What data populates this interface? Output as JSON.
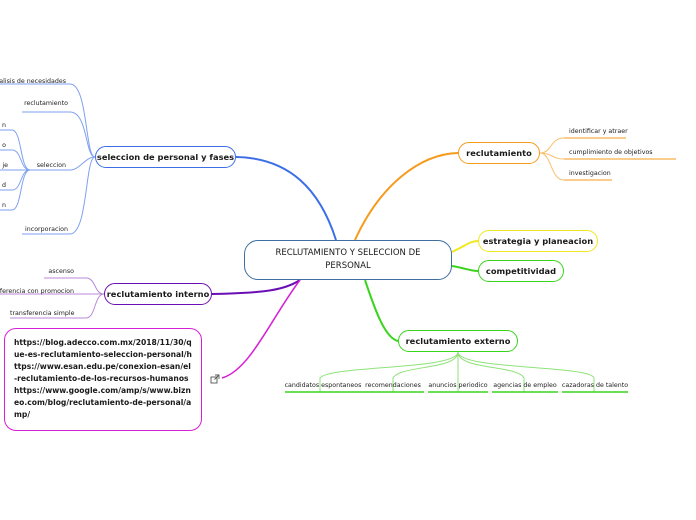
{
  "central": "RECLUTAMIENTO Y SELECCION DE PERSONAL",
  "right": {
    "reclutamiento": {
      "label": "reclutamiento",
      "children": [
        "identificar y atraer",
        "cumplimiento de objetivos",
        "investigacion"
      ]
    },
    "estrategia": "estrategia y planeacion",
    "competitividad": "competitividad",
    "externo": {
      "label": "reclutamiento externo",
      "children": [
        "candidatos espontaneos",
        "recomendaciones",
        "anuncios periodico",
        "agencias de empleo",
        "cazadoras de talento"
      ]
    }
  },
  "left": {
    "seleccion": {
      "label": "seleccion de personal y fases",
      "children": [
        "analisis de necesidades",
        "reclutamiento",
        "seleccion",
        "incorporacion"
      ],
      "seleccion_children": [
        "n",
        "o",
        "je",
        "d",
        "n"
      ]
    },
    "interno": {
      "label": "reclutamiento interno",
      "children": [
        "ascenso",
        "transferencia con promocion",
        "transferencia simple"
      ]
    },
    "links": "https://blog.adecco.com.mx/2018/11/30/que-es-reclutamiento-seleccion-personal/https://www.esan.edu.pe/conexion-esan/el-reclutamiento-de-los-recursos-humanos\nhttps://www.google.com/amp/s/www.bizneo.com/blog/reclutamiento-de-personal/amp/",
    "external_link_icon": "external-link-icon"
  },
  "colors": {
    "central_border": "#3f6fa0",
    "blue": "#3d6ee8",
    "orange": "#f59a1c",
    "yellow": "#f0e81e",
    "green": "#39d41c",
    "purple": "#6a0fb5",
    "magenta": "#d61fd6"
  }
}
